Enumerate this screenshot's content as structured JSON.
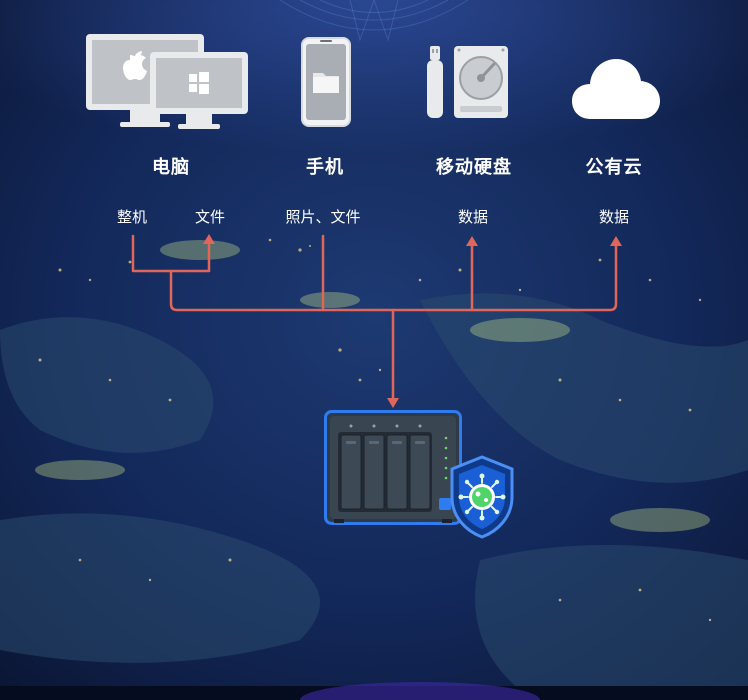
{
  "devices": {
    "computer": {
      "title": "电脑",
      "subs": [
        "整机",
        "文件"
      ]
    },
    "phone": {
      "title": "手机",
      "subs": [
        "照片、文件"
      ]
    },
    "drive": {
      "title": "移动硬盘",
      "subs": [
        "数据"
      ]
    },
    "cloud": {
      "title": "公有云",
      "subs": [
        "数据"
      ]
    }
  },
  "colors": {
    "arrow": "#e1665a",
    "background": "#0b1636",
    "nas_blue": "#2f7cf0",
    "shield": "#1a5fd6"
  },
  "icons": [
    "apple-monitor-icon",
    "windows-monitor-icon",
    "phone-icon",
    "usb-drive-icon",
    "hard-drive-icon",
    "cloud-icon",
    "nas-icon",
    "virus-shield-icon"
  ]
}
